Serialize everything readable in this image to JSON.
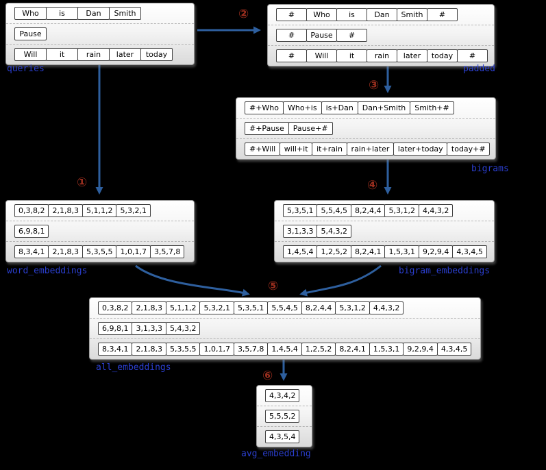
{
  "colors": {
    "background": "#000000",
    "arrow": "#2e5f9e",
    "box_label": "#2b3fd0",
    "step_number": "#992e1e",
    "cell_border": "#404040",
    "box_gradient_top": "#ffffff",
    "box_gradient_bottom": "#dadada"
  },
  "steps": {
    "1": "①",
    "2": "②",
    "3": "③",
    "4": "④",
    "5": "⑤",
    "6": "⑥"
  },
  "boxes": {
    "queries": {
      "label": "queries",
      "rows": [
        [
          "Who",
          "is",
          "Dan",
          "Smith"
        ],
        [
          "Pause"
        ],
        [
          "Will",
          "it",
          "rain",
          "later",
          "today"
        ]
      ]
    },
    "padded": {
      "label": "padded",
      "rows": [
        [
          "#",
          "Who",
          "is",
          "Dan",
          "Smith",
          "#"
        ],
        [
          "#",
          "Pause",
          "#"
        ],
        [
          "#",
          "Will",
          "it",
          "rain",
          "later",
          "today",
          "#"
        ]
      ]
    },
    "bigrams": {
      "label": "bigrams",
      "rows": [
        [
          "#+Who",
          "Who+is",
          "is+Dan",
          "Dan+Smith",
          "Smith+#"
        ],
        [
          "#+Pause",
          "Pause+#"
        ],
        [
          "#+Will",
          "will+it",
          "it+rain",
          "rain+later",
          "later+today",
          "today+#"
        ]
      ]
    },
    "word_embeddings": {
      "label": "word_embeddings",
      "rows": [
        [
          "0,3,8,2",
          "2,1,8,3",
          "5,1,1,2",
          "5,3,2,1"
        ],
        [
          "6,9,8,1"
        ],
        [
          "8,3,4,1",
          "2,1,8,3",
          "5,3,5,5",
          "1,0,1,7",
          "3,5,7,8"
        ]
      ]
    },
    "bigram_embeddings": {
      "label": "bigram_embeddings",
      "rows": [
        [
          "5,3,5,1",
          "5,5,4,5",
          "8,2,4,4",
          "5,3,1,2",
          "4,4,3,2"
        ],
        [
          "3,1,3,3",
          "5,4,3,2"
        ],
        [
          "1,4,5,4",
          "1,2,5,2",
          "8,2,4,1",
          "1,5,3,1",
          "9,2,9,4",
          "4,3,4,5"
        ]
      ]
    },
    "all_embeddings": {
      "label": "all_embeddings",
      "rows": [
        [
          "0,3,8,2",
          "2,1,8,3",
          "5,1,1,2",
          "5,3,2,1",
          "5,3,5,1",
          "5,5,4,5",
          "8,2,4,4",
          "5,3,1,2",
          "4,4,3,2"
        ],
        [
          "6,9,8,1",
          "3,1,3,3",
          "5,4,3,2"
        ],
        [
          "8,3,4,1",
          "2,1,8,3",
          "5,3,5,5",
          "1,0,1,7",
          "3,5,7,8",
          "1,4,5,4",
          "1,2,5,2",
          "8,2,4,1",
          "1,5,3,1",
          "9,2,9,4",
          "4,3,4,5"
        ]
      ]
    },
    "avg_embedding": {
      "label": "avg_embedding",
      "rows": [
        [
          "4,3,4,2"
        ],
        [
          "5,5,5,2"
        ],
        [
          "4,3,5,4"
        ]
      ]
    }
  }
}
